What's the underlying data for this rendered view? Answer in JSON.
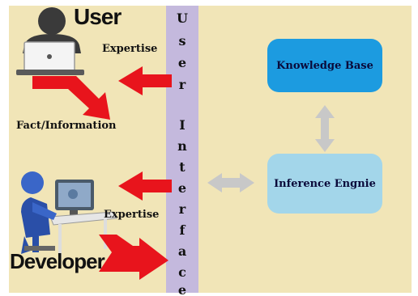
{
  "user_label": "User",
  "developer_label": "Developer",
  "expertise_top": "Expertise",
  "fact_information": "Fact/Information",
  "expertise_bottom": "Expertise",
  "ui_letters": [
    "U",
    "s",
    "e",
    "r",
    "I",
    "n",
    "t",
    "e",
    "r",
    "f",
    "a",
    "c",
    "e"
  ],
  "knowledge_base": "Knowledge Base",
  "inference_engine": "Inference Engnie",
  "colors": {
    "background": "#f1e5b7",
    "ui_bar": "#c4b9dd",
    "knowledge_base_box": "#1c9be0",
    "inference_box": "#a3d6ea",
    "arrow_red": "#e8141c",
    "connector_gray": "#c8c8c8"
  },
  "icons": [
    "user-laptop-icon",
    "developer-computer-icon"
  ]
}
